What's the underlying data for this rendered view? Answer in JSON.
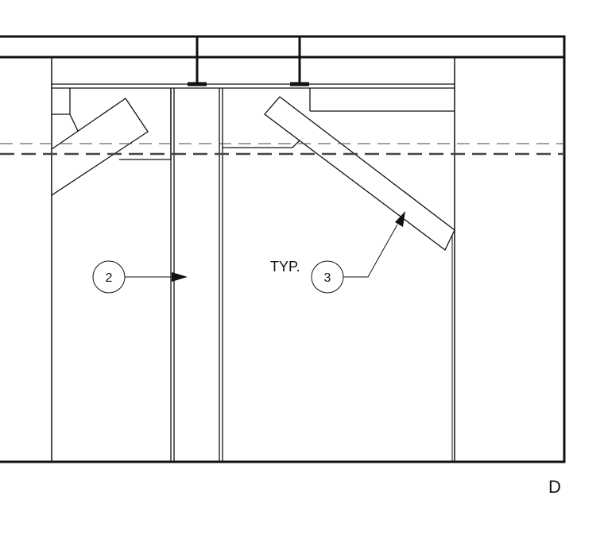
{
  "drawing": {
    "callouts": [
      {
        "number": "2",
        "note": ""
      },
      {
        "number": "3",
        "note": "TYP."
      }
    ],
    "sheet_mark": "D",
    "colors": {
      "line": "#111111",
      "hidden_line": "#444444",
      "background": "#ffffff"
    }
  }
}
